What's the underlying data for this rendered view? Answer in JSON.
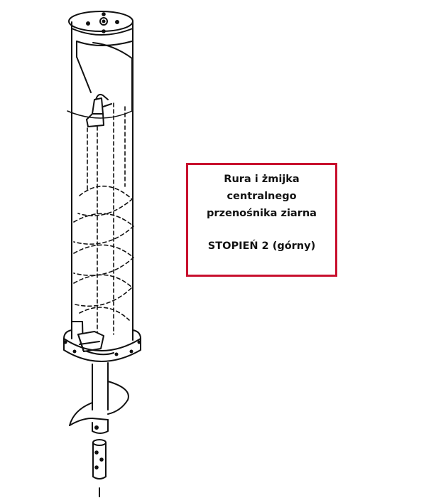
{
  "label": {
    "line1": "Rura i żmijka",
    "line2": "centralnego",
    "line3": "przenośnika ziarna",
    "stage": "STOPIEŃ 2 (górny)"
  },
  "colors": {
    "box_border": "#c8102e",
    "line": "#111111"
  },
  "icons": [
    "tube-drawing-icon",
    "auger-flight-icon",
    "shaft-icon"
  ]
}
